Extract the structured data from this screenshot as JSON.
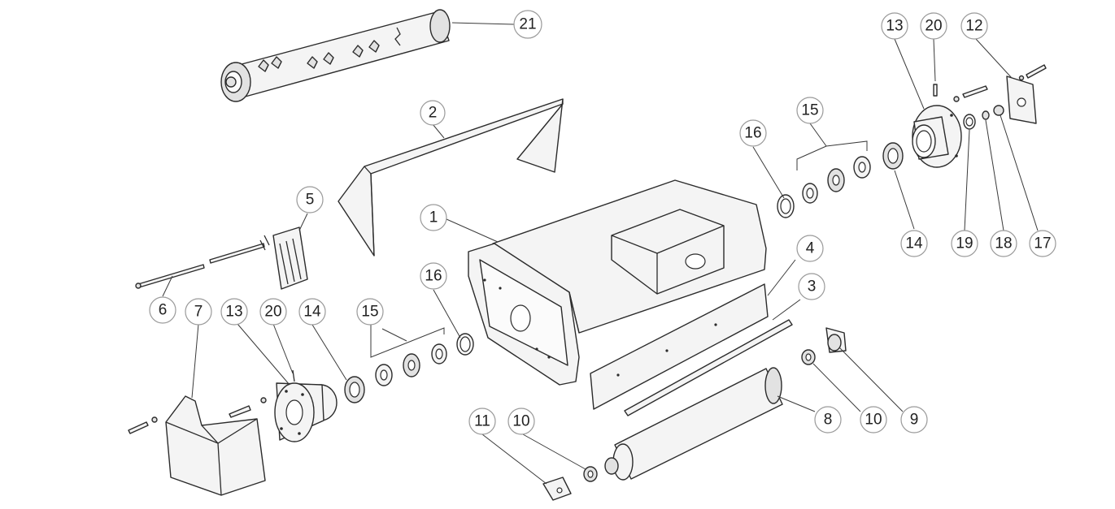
{
  "callouts": [
    {
      "id": "c21a",
      "number": "21"
    },
    {
      "id": "c2",
      "number": "2"
    },
    {
      "id": "c1",
      "number": "1"
    },
    {
      "id": "c5",
      "number": "5"
    },
    {
      "id": "c6",
      "number": "6"
    },
    {
      "id": "c7",
      "number": "7"
    },
    {
      "id": "c13a",
      "number": "13"
    },
    {
      "id": "c20a",
      "number": "20"
    },
    {
      "id": "c14a",
      "number": "14"
    },
    {
      "id": "c15a",
      "number": "15"
    },
    {
      "id": "c16a",
      "number": "16"
    },
    {
      "id": "c11",
      "number": "11"
    },
    {
      "id": "c10a",
      "number": "10"
    },
    {
      "id": "c8",
      "number": "8"
    },
    {
      "id": "c10b",
      "number": "10"
    },
    {
      "id": "c9",
      "number": "9"
    },
    {
      "id": "c3",
      "number": "3"
    },
    {
      "id": "c4",
      "number": "4"
    },
    {
      "id": "c16b",
      "number": "16"
    },
    {
      "id": "c15b",
      "number": "15"
    },
    {
      "id": "c14b",
      "number": "14"
    },
    {
      "id": "c13b",
      "number": "13"
    },
    {
      "id": "c20b",
      "number": "20"
    },
    {
      "id": "c12",
      "number": "12"
    },
    {
      "id": "c19",
      "number": "19"
    },
    {
      "id": "c18",
      "number": "18"
    },
    {
      "id": "c17",
      "number": "17"
    }
  ]
}
